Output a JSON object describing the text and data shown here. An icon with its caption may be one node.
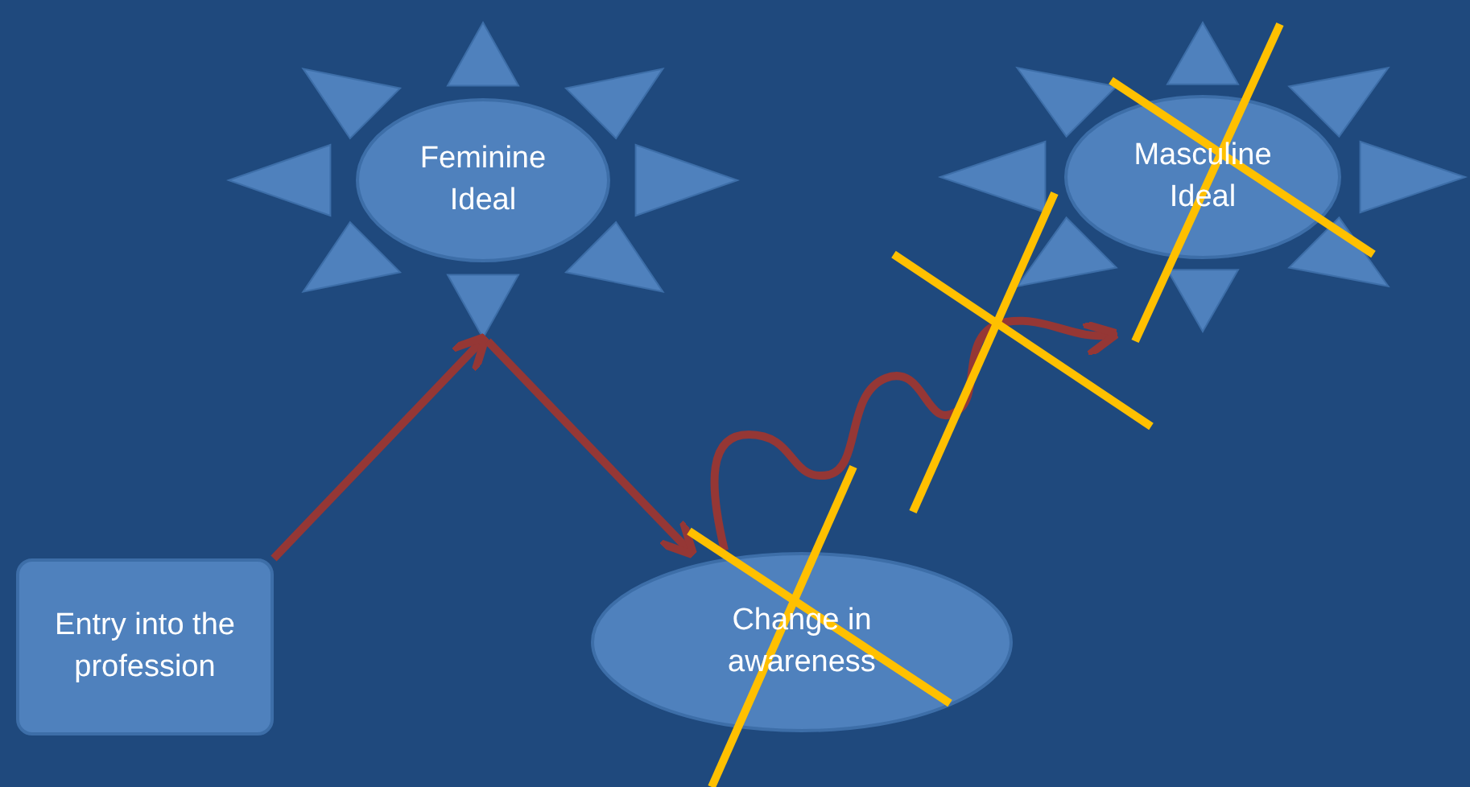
{
  "diagram": {
    "nodes": [
      {
        "text": [
          "Feminine Ideal"
        ]
      },
      {
        "text": [
          "Masculine Ideal"
        ]
      },
      {
        "text": [
          "Change in awareness"
        ]
      },
      {
        "text": [
          "Entry into the profession"
        ]
      }
    ],
    "edges": [
      {
        "from": 3,
        "to": 0,
        "arrow": "to"
      },
      {
        "from": 0,
        "to": 2,
        "arrow": "to"
      },
      {
        "from": 2,
        "to": 1,
        "arrow": "to"
      }
    ]
  }
}
